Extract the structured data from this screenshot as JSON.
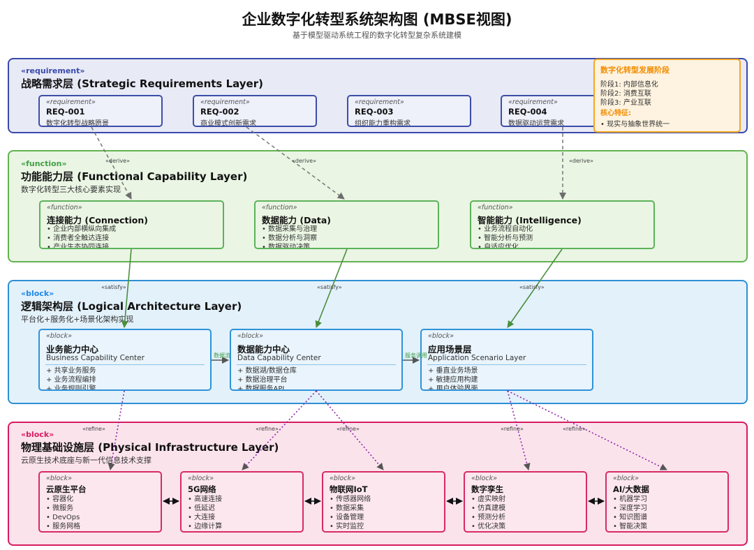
{
  "title": "企业数字化转型系统架构图 (MBSE视图)",
  "subtitle": "基于模型驱动系统工程的数字化转型复杂系统建模",
  "layers": {
    "requirement": {
      "stereotype": "«requirement»",
      "name": "战略需求层 (Strategic Requirements Layer)",
      "boxes": [
        {
          "stereotype": "«requirement»",
          "id": "REQ-001",
          "desc": "数字化转型战略愿景"
        },
        {
          "stereotype": "«requirement»",
          "id": "REQ-002",
          "desc": "商业模式创新需求"
        },
        {
          "stereotype": "«requirement»",
          "id": "REQ-003",
          "desc": "组织能力重构需求"
        },
        {
          "stereotype": "«requirement»",
          "id": "REQ-004",
          "desc": "数据驱动运营需求"
        }
      ]
    },
    "function": {
      "stereotype": "«function»",
      "name": "功能能力层 (Functional Capability Layer)",
      "desc": "数字化转型三大核心要素实现",
      "boxes": [
        {
          "stereotype": "«function»",
          "name": "连接能力 (Connection)",
          "items": [
            "• 企业内部横纵向集成",
            "• 消费者全触达连接",
            "• 产业生态协同连接"
          ]
        },
        {
          "stereotype": "«function»",
          "name": "数据能力 (Data)",
          "items": [
            "• 数据采集与治理",
            "• 数据分析与洞察",
            "• 数据驱动决策"
          ]
        },
        {
          "stereotype": "«function»",
          "name": "智能能力 (Intelligence)",
          "items": [
            "• 业务流程自动化",
            "• 智能分析与预测",
            "• 自适应优化"
          ]
        }
      ]
    },
    "logical": {
      "stereotype": "«block»",
      "name": "逻辑架构层 (Logical Architecture Layer)",
      "desc": "平台化+服务化+场景化架构实现",
      "boxes": [
        {
          "stereotype": "«block»",
          "name": "业务能力中心",
          "sub": "Business Capability Center",
          "items": [
            "+ 共享业务服务",
            "+ 业务流程编排",
            "+ 业务规则引擎"
          ]
        },
        {
          "stereotype": "«block»",
          "name": "数据能力中心",
          "sub": "Data Capability Center",
          "items": [
            "+ 数据湖/数据仓库",
            "+ 数据治理平台",
            "+ 数据服务API"
          ]
        },
        {
          "stereotype": "«block»",
          "name": "应用场景层",
          "sub": "Application Scenario Layer",
          "items": [
            "+ 垂直业务场景",
            "+ 敏捷应用构建",
            "+ 用户体验界面"
          ]
        }
      ]
    },
    "physical": {
      "stereotype": "«block»",
      "name": "物理基础设施层 (Physical Infrastructure Layer)",
      "desc": "云原生技术底座与新一代信息技术支撑",
      "boxes": [
        {
          "stereotype": "«block»",
          "name": "云原生平台",
          "items": [
            "• 容器化",
            "• 微服务",
            "• DevOps",
            "• 服务网格"
          ]
        },
        {
          "stereotype": "«block»",
          "name": "5G网络",
          "items": [
            "• 高速连接",
            "• 低延迟",
            "• 大连接",
            "• 边缘计算"
          ]
        },
        {
          "stereotype": "«block»",
          "name": "物联网IoT",
          "items": [
            "• 传感器网络",
            "• 数据采集",
            "• 设备管理",
            "• 实时监控"
          ]
        },
        {
          "stereotype": "«block»",
          "name": "数字孪生",
          "items": [
            "• 虚实映射",
            "• 仿真建模",
            "• 预测分析",
            "• 优化决策"
          ]
        },
        {
          "stereotype": "«block»",
          "name": "AI/大数据",
          "items": [
            "• 机器学习",
            "• 深度学习",
            "• 知识图谱",
            "• 智能决策"
          ]
        }
      ]
    }
  },
  "stages": {
    "title": "数字化转型发展阶段",
    "lines": [
      "阶段1: 内部信息化",
      "阶段2: 消费互联",
      "阶段3: 产业互联"
    ],
    "feature_title": "核心特征:",
    "feature": "• 现实与抽象世界统一"
  },
  "edge_labels": {
    "derive": "«derive»",
    "satisfy": "«satisfy»",
    "refine": "«refine»",
    "data_flow": "数据流",
    "service_call": "服务调用"
  },
  "colors": {
    "requirement": "#3949ab",
    "function": "#4caf50",
    "logical": "#2196f3",
    "physical": "#e91e63",
    "stage": "#f5a623",
    "derive_edge": "#777777",
    "satisfy_edge": "#43a047",
    "refine_edge": "#8e24aa"
  }
}
